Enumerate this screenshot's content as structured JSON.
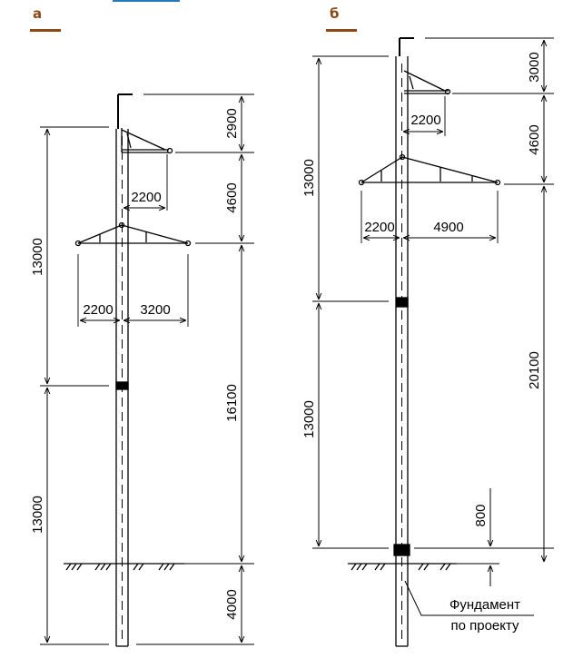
{
  "colors": {
    "label": "#8b4a16",
    "rule": "#8b4a16",
    "line": "#000000",
    "accent": "#2a7ab8"
  },
  "panel_a": {
    "label": "а",
    "dims": {
      "total_left": "13000",
      "lower_left": "13000",
      "top": "2900",
      "middle": "4600",
      "lower_right": "16100",
      "foundation": "4000",
      "upper_arm": "2200",
      "lower_arm_left": "2200",
      "lower_arm_right": "3200"
    }
  },
  "panel_b": {
    "label": "б",
    "dims": {
      "total_left": "13000",
      "lower_left": "13000",
      "top": "3000",
      "middle": "4600",
      "lower_right": "20100",
      "base": "800",
      "upper_arm": "2200",
      "lower_arm_left": "2200",
      "lower_arm_right": "4900"
    },
    "callout_line1": "Фундамент",
    "callout_line2": "по проекту"
  }
}
